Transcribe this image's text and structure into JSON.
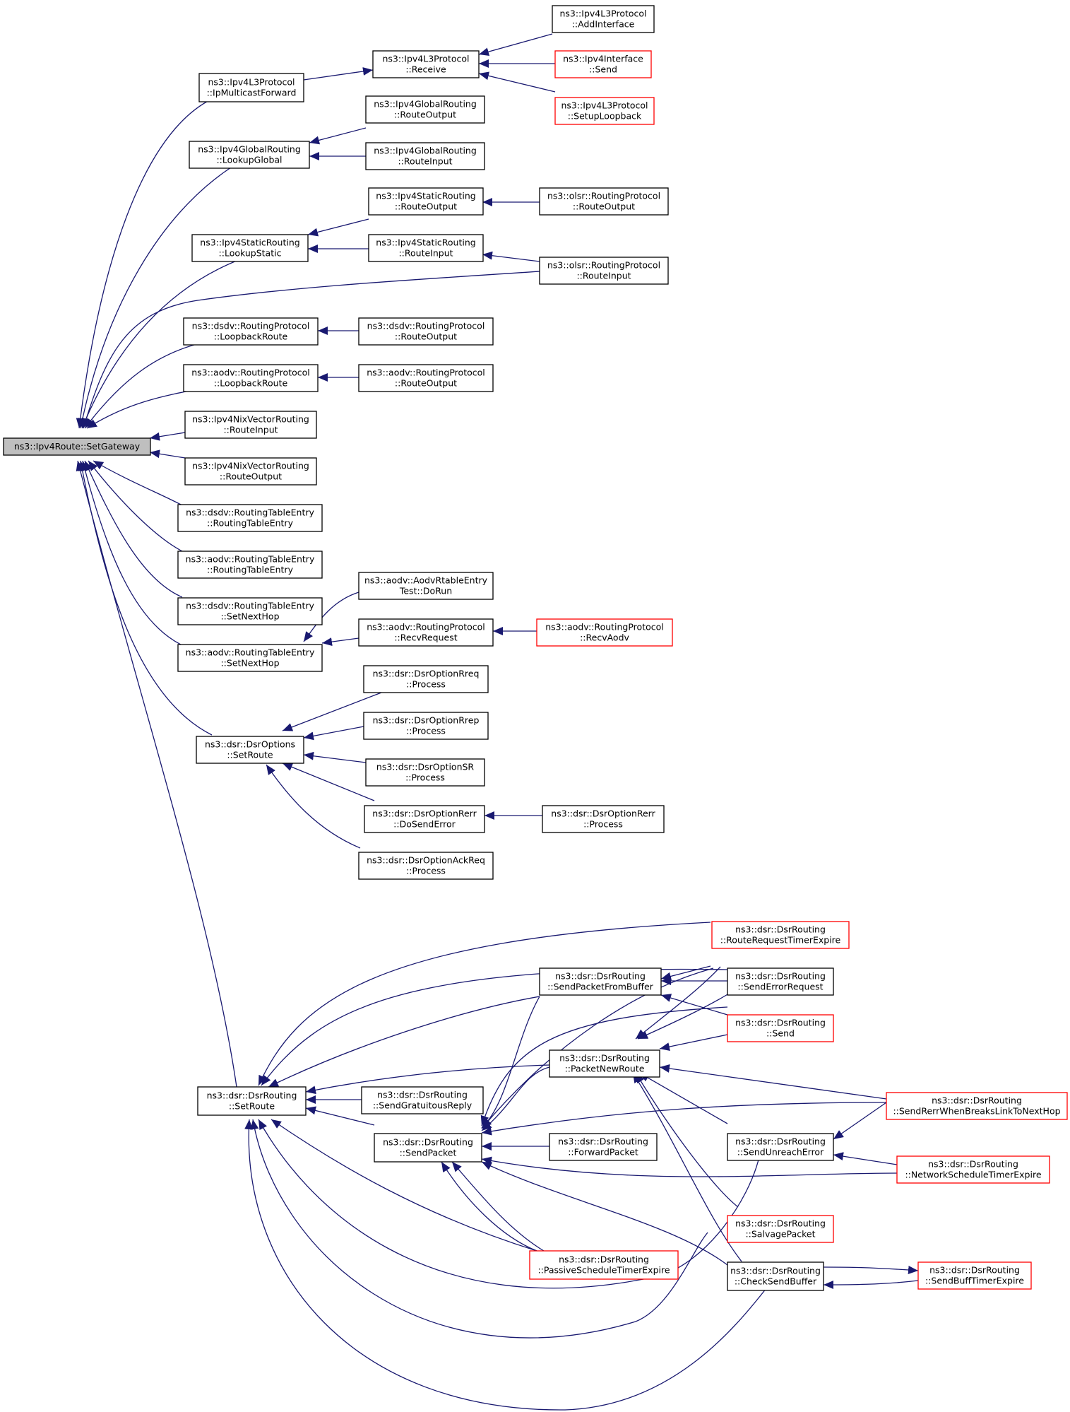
{
  "colors": {
    "edge": "#191970",
    "border": "#000000",
    "truncated_border": "#ff0000",
    "root_fill": "#bfbfbf",
    "node_fill": "#ffffff"
  },
  "nodes": [
    {
      "id": "root",
      "lines": [
        "ns3::Ipv4Route::SetGateway"
      ],
      "kind": "root"
    },
    {
      "id": "ipmf",
      "lines": [
        "ns3::Ipv4L3Protocol",
        "::IpMulticastForward"
      ],
      "kind": "normal"
    },
    {
      "id": "recv",
      "lines": [
        "ns3::Ipv4L3Protocol",
        "::Receive"
      ],
      "kind": "normal"
    },
    {
      "id": "addif",
      "lines": [
        "ns3::Ipv4L3Protocol",
        "::AddInterface"
      ],
      "kind": "normal"
    },
    {
      "id": "ifsend",
      "lines": [
        "ns3::Ipv4Interface",
        "::Send"
      ],
      "kind": "truncated"
    },
    {
      "id": "setloop",
      "lines": [
        "ns3::Ipv4L3Protocol",
        "::SetupLoopback"
      ],
      "kind": "truncated"
    },
    {
      "id": "lookg",
      "lines": [
        "ns3::Ipv4GlobalRouting",
        "::LookupGlobal"
      ],
      "kind": "normal"
    },
    {
      "id": "groute_out",
      "lines": [
        "ns3::Ipv4GlobalRouting",
        "::RouteOutput"
      ],
      "kind": "normal"
    },
    {
      "id": "groute_in",
      "lines": [
        "ns3::Ipv4GlobalRouting",
        "::RouteInput"
      ],
      "kind": "normal"
    },
    {
      "id": "looks",
      "lines": [
        "ns3::Ipv4StaticRouting",
        "::LookupStatic"
      ],
      "kind": "normal"
    },
    {
      "id": "sroute_out",
      "lines": [
        "ns3::Ipv4StaticRouting",
        "::RouteOutput"
      ],
      "kind": "normal"
    },
    {
      "id": "sroute_in",
      "lines": [
        "ns3::Ipv4StaticRouting",
        "::RouteInput"
      ],
      "kind": "normal"
    },
    {
      "id": "olsr_out",
      "lines": [
        "ns3::olsr::RoutingProtocol",
        "::RouteOutput"
      ],
      "kind": "normal"
    },
    {
      "id": "olsr_in",
      "lines": [
        "ns3::olsr::RoutingProtocol",
        "::RouteInput"
      ],
      "kind": "normal"
    },
    {
      "id": "dsdv_loop",
      "lines": [
        "ns3::dsdv::RoutingProtocol",
        "::LoopbackRoute"
      ],
      "kind": "normal"
    },
    {
      "id": "dsdv_out",
      "lines": [
        "ns3::dsdv::RoutingProtocol",
        "::RouteOutput"
      ],
      "kind": "normal"
    },
    {
      "id": "aodv_loop",
      "lines": [
        "ns3::aodv::RoutingProtocol",
        "::LoopbackRoute"
      ],
      "kind": "normal"
    },
    {
      "id": "aodv_out",
      "lines": [
        "ns3::aodv::RoutingProtocol",
        "::RouteOutput"
      ],
      "kind": "normal"
    },
    {
      "id": "nix_in",
      "lines": [
        "ns3::Ipv4NixVectorRouting",
        "::RouteInput"
      ],
      "kind": "normal"
    },
    {
      "id": "nix_out",
      "lines": [
        "ns3::Ipv4NixVectorRouting",
        "::RouteOutput"
      ],
      "kind": "normal"
    },
    {
      "id": "dsdv_rte",
      "lines": [
        "ns3::dsdv::RoutingTableEntry",
        "::RoutingTableEntry"
      ],
      "kind": "normal"
    },
    {
      "id": "aodv_rte",
      "lines": [
        "ns3::aodv::RoutingTableEntry",
        "::RoutingTableEntry"
      ],
      "kind": "normal"
    },
    {
      "id": "dsdv_nh",
      "lines": [
        "ns3::dsdv::RoutingTableEntry",
        "::SetNextHop"
      ],
      "kind": "normal"
    },
    {
      "id": "aodv_nh",
      "lines": [
        "ns3::aodv::RoutingTableEntry",
        "::SetNextHop"
      ],
      "kind": "normal"
    },
    {
      "id": "aodv_test",
      "lines": [
        "ns3::aodv::AodvRtableEntry",
        "Test::DoRun"
      ],
      "kind": "normal"
    },
    {
      "id": "aodv_rreq",
      "lines": [
        "ns3::aodv::RoutingProtocol",
        "::RecvRequest"
      ],
      "kind": "normal"
    },
    {
      "id": "aodv_recv",
      "lines": [
        "ns3::aodv::RoutingProtocol",
        "::RecvAodv"
      ],
      "kind": "truncated"
    },
    {
      "id": "dsr_opt_set",
      "lines": [
        "ns3::dsr::DsrOptions",
        "::SetRoute"
      ],
      "kind": "normal"
    },
    {
      "id": "rreq_proc",
      "lines": [
        "ns3::dsr::DsrOptionRreq",
        "::Process"
      ],
      "kind": "normal"
    },
    {
      "id": "rrep_proc",
      "lines": [
        "ns3::dsr::DsrOptionRrep",
        "::Process"
      ],
      "kind": "normal"
    },
    {
      "id": "sr_proc",
      "lines": [
        "ns3::dsr::DsrOptionSR",
        "::Process"
      ],
      "kind": "normal"
    },
    {
      "id": "rerr_dse",
      "lines": [
        "ns3::dsr::DsrOptionRerr",
        "::DoSendError"
      ],
      "kind": "normal"
    },
    {
      "id": "rerr_proc",
      "lines": [
        "ns3::dsr::DsrOptionRerr",
        "::Process"
      ],
      "kind": "normal"
    },
    {
      "id": "ack_proc",
      "lines": [
        "ns3::dsr::DsrOptionAckReq",
        "::Process"
      ],
      "kind": "normal"
    },
    {
      "id": "dsr_set",
      "lines": [
        "ns3::dsr::DsrRouting",
        "::SetRoute"
      ],
      "kind": "normal"
    },
    {
      "id": "rrte",
      "lines": [
        "ns3::dsr::DsrRouting",
        "::RouteRequestTimerExpire"
      ],
      "kind": "truncated"
    },
    {
      "id": "spfb",
      "lines": [
        "ns3::dsr::DsrRouting",
        "::SendPacketFromBuffer"
      ],
      "kind": "normal"
    },
    {
      "id": "ser",
      "lines": [
        "ns3::dsr::DsrRouting",
        "::SendErrorRequest"
      ],
      "kind": "normal"
    },
    {
      "id": "dsend",
      "lines": [
        "ns3::dsr::DsrRouting",
        "::Send"
      ],
      "kind": "truncated"
    },
    {
      "id": "pnr",
      "lines": [
        "ns3::dsr::DsrRouting",
        "::PacketNewRoute"
      ],
      "kind": "normal"
    },
    {
      "id": "sgr",
      "lines": [
        "ns3::dsr::DsrRouting",
        "::SendGratuitousReply"
      ],
      "kind": "normal"
    },
    {
      "id": "srwb",
      "lines": [
        "ns3::dsr::DsrRouting",
        "::SendRerrWhenBreaksLinkToNextHop"
      ],
      "kind": "truncated"
    },
    {
      "id": "sp",
      "lines": [
        "ns3::dsr::DsrRouting",
        "::SendPacket"
      ],
      "kind": "normal"
    },
    {
      "id": "fp",
      "lines": [
        "ns3::dsr::DsrRouting",
        "::ForwardPacket"
      ],
      "kind": "normal"
    },
    {
      "id": "sue",
      "lines": [
        "ns3::dsr::DsrRouting",
        "::SendUnreachError"
      ],
      "kind": "normal"
    },
    {
      "id": "nste",
      "lines": [
        "ns3::dsr::DsrRouting",
        "::NetworkScheduleTimerExpire"
      ],
      "kind": "truncated"
    },
    {
      "id": "salv",
      "lines": [
        "ns3::dsr::DsrRouting",
        "::SalvagePacket"
      ],
      "kind": "truncated"
    },
    {
      "id": "pste",
      "lines": [
        "ns3::dsr::DsrRouting",
        "::PassiveScheduleTimerExpire"
      ],
      "kind": "truncated"
    },
    {
      "id": "csb",
      "lines": [
        "ns3::dsr::DsrRouting",
        "::CheckSendBuffer"
      ],
      "kind": "normal"
    },
    {
      "id": "sbte",
      "lines": [
        "ns3::dsr::DsrRouting",
        "::SendBuffTimerExpire"
      ],
      "kind": "truncated"
    }
  ]
}
